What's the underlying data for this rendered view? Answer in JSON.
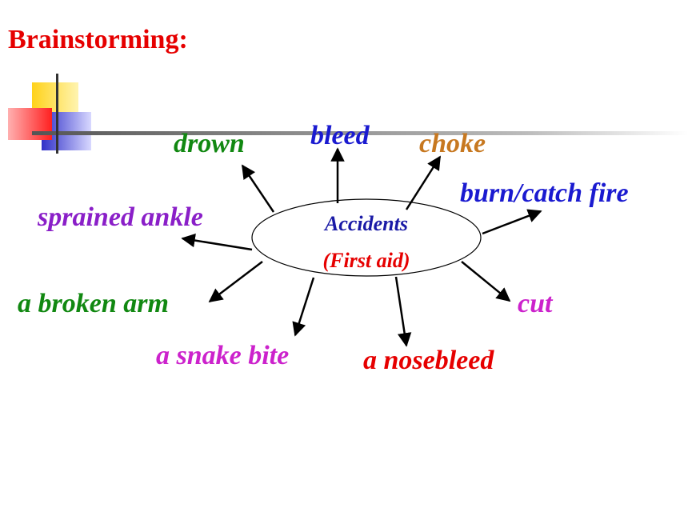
{
  "slide": {
    "title": "Brainstorming:"
  },
  "center": {
    "line1": "Accidents",
    "line2": "(First aid)",
    "color_line1": "#1a1aa6",
    "color_line2": "#e60000"
  },
  "nodes": [
    {
      "id": "drown",
      "text": "drown",
      "color": "#118811"
    },
    {
      "id": "bleed",
      "text": "bleed",
      "color": "#1a1ad0"
    },
    {
      "id": "choke",
      "text": "choke",
      "color": "#c77820"
    },
    {
      "id": "burn",
      "text": "burn/catch fire",
      "color": "#1a1ad0"
    },
    {
      "id": "sprained",
      "text": "sprained ankle",
      "color": "#8a1fc8"
    },
    {
      "id": "broken-arm",
      "text": "a broken arm",
      "color": "#118811"
    },
    {
      "id": "cut",
      "text": "cut",
      "color": "#cc22cc"
    },
    {
      "id": "snake-bite",
      "text": "a snake bite",
      "color": "#cc22cc"
    },
    {
      "id": "nosebleed",
      "text": "a nosebleed",
      "color": "#e60000"
    }
  ]
}
